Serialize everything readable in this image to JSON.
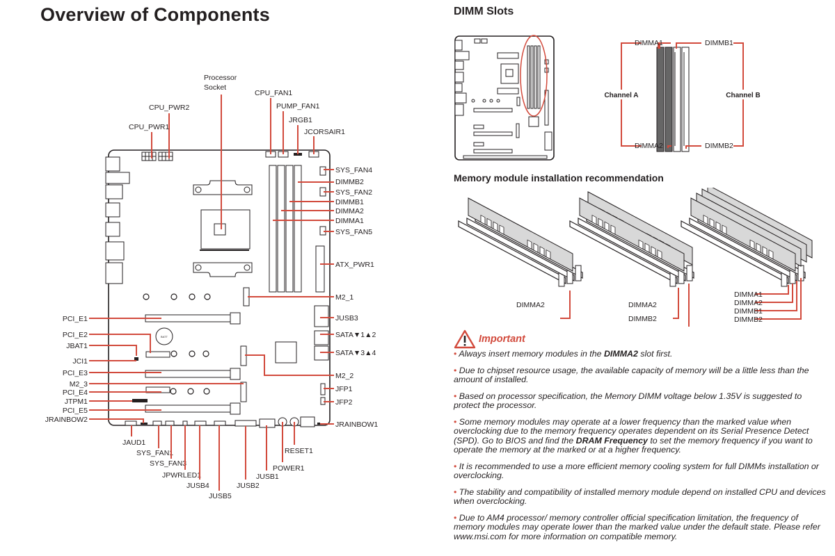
{
  "overview": {
    "title": "Overview of Components",
    "top_labels": {
      "processor_socket_line1": "Processor",
      "processor_socket_line2": "Socket",
      "cpu_pwr1": "CPU_PWR1",
      "cpu_pwr2": "CPU_PWR2",
      "cpu_fan1": "CPU_FAN1",
      "pump_fan1": "PUMP_FAN1",
      "jrgb1": "JRGB1",
      "jcorsair1": "JCORSAIR1"
    },
    "right_labels": {
      "sys_fan4": "SYS_FAN4",
      "dimmb2": "DIMMB2",
      "sys_fan2": "SYS_FAN2",
      "dimmb1": "DIMMB1",
      "dimma2": "DIMMA2",
      "dimma1": "DIMMA1",
      "sys_fan5": "SYS_FAN5",
      "atx_pwr1": "ATX_PWR1",
      "m2_1": "M2_1",
      "jusb3": "JUSB3",
      "sata12": "SATA▼1▲2",
      "sata34": "SATA▼3▲4",
      "m2_2": "M2_2",
      "jfp1": "JFP1",
      "jfp2": "JFP2",
      "jrainbow1": "JRAINBOW1"
    },
    "left_labels": {
      "pci_e1": "PCI_E1",
      "pci_e2": "PCI_E2",
      "jbat1": "JBAT1",
      "jci1": "JCI1",
      "pci_e3": "PCI_E3",
      "m2_3": "M2_3",
      "pci_e4": "PCI_E4",
      "jtpm1": "JTPM1",
      "pci_e5": "PCI_E5",
      "jrainbow2": "JRAINBOW2"
    },
    "bottom_labels": {
      "jaud1": "JAUD1",
      "sys_fan1": "SYS_FAN1",
      "sys_fan3": "SYS_FAN3",
      "jpwrled1": "JPWRLED1",
      "jusb4": "JUSB4",
      "jusb5": "JUSB5",
      "jusb2": "JUSB2",
      "jusb1": "JUSB1",
      "power1": "POWER1",
      "reset1": "RESET1"
    },
    "battery_label": "BATT"
  },
  "dimm_slots": {
    "title": "DIMM Slots",
    "dimma1": "DIMMA1",
    "dimma2": "DIMMA2",
    "dimmb1": "DIMMB1",
    "dimmb2": "DIMMB2",
    "channel_a": "Channel A",
    "channel_b": "Channel B"
  },
  "recommendation": {
    "title": "Memory module installation recommendation",
    "config1": [
      "DIMMA2"
    ],
    "config2": [
      "DIMMA2",
      "DIMMB2"
    ],
    "config3": [
      "DIMMA1",
      "DIMMA2",
      "DIMMB1",
      "DIMMB2"
    ]
  },
  "important": {
    "title": "Important",
    "bullet": "•",
    "notes": [
      {
        "pre": " Always insert memory modules in the ",
        "bold": "DIMMA2",
        "post": " slot first."
      },
      {
        "pre": " Due to chipset resource usage, the available capacity of memory will be a little less than the amount of installed.",
        "bold": "",
        "post": ""
      },
      {
        "pre": " Based on processor specification, the Memory DIMM voltage below 1.35V is suggested to protect the processor.",
        "bold": "",
        "post": ""
      },
      {
        "pre": " Some memory modules may operate at a lower frequency than the marked value when overclocking due to the memory frequency operates dependent on its Serial Presence Detect (SPD). Go to BIOS and find the ",
        "bold": "DRAM Frequency",
        "post": " to set the memory frequency if you want to operate the memory at the marked or at a higher frequency."
      },
      {
        "pre": " It is recommended to use a more efficient memory cooling system for full DIMMs installation or overclocking.",
        "bold": "",
        "post": ""
      },
      {
        "pre": " The stability and compatibility of installed memory module depend on installed CPU and devices when overclocking.",
        "bold": "",
        "post": ""
      },
      {
        "pre": " Due to AM4 processor/ memory controller official specification limitation, the frequency of memory modules may operate lower than the marked value under the default state. Please refer www.msi.com for more information on compatible memory.",
        "bold": "",
        "post": ""
      }
    ]
  },
  "colors": {
    "accent_red": "#d24a3c",
    "text": "#231f20"
  }
}
